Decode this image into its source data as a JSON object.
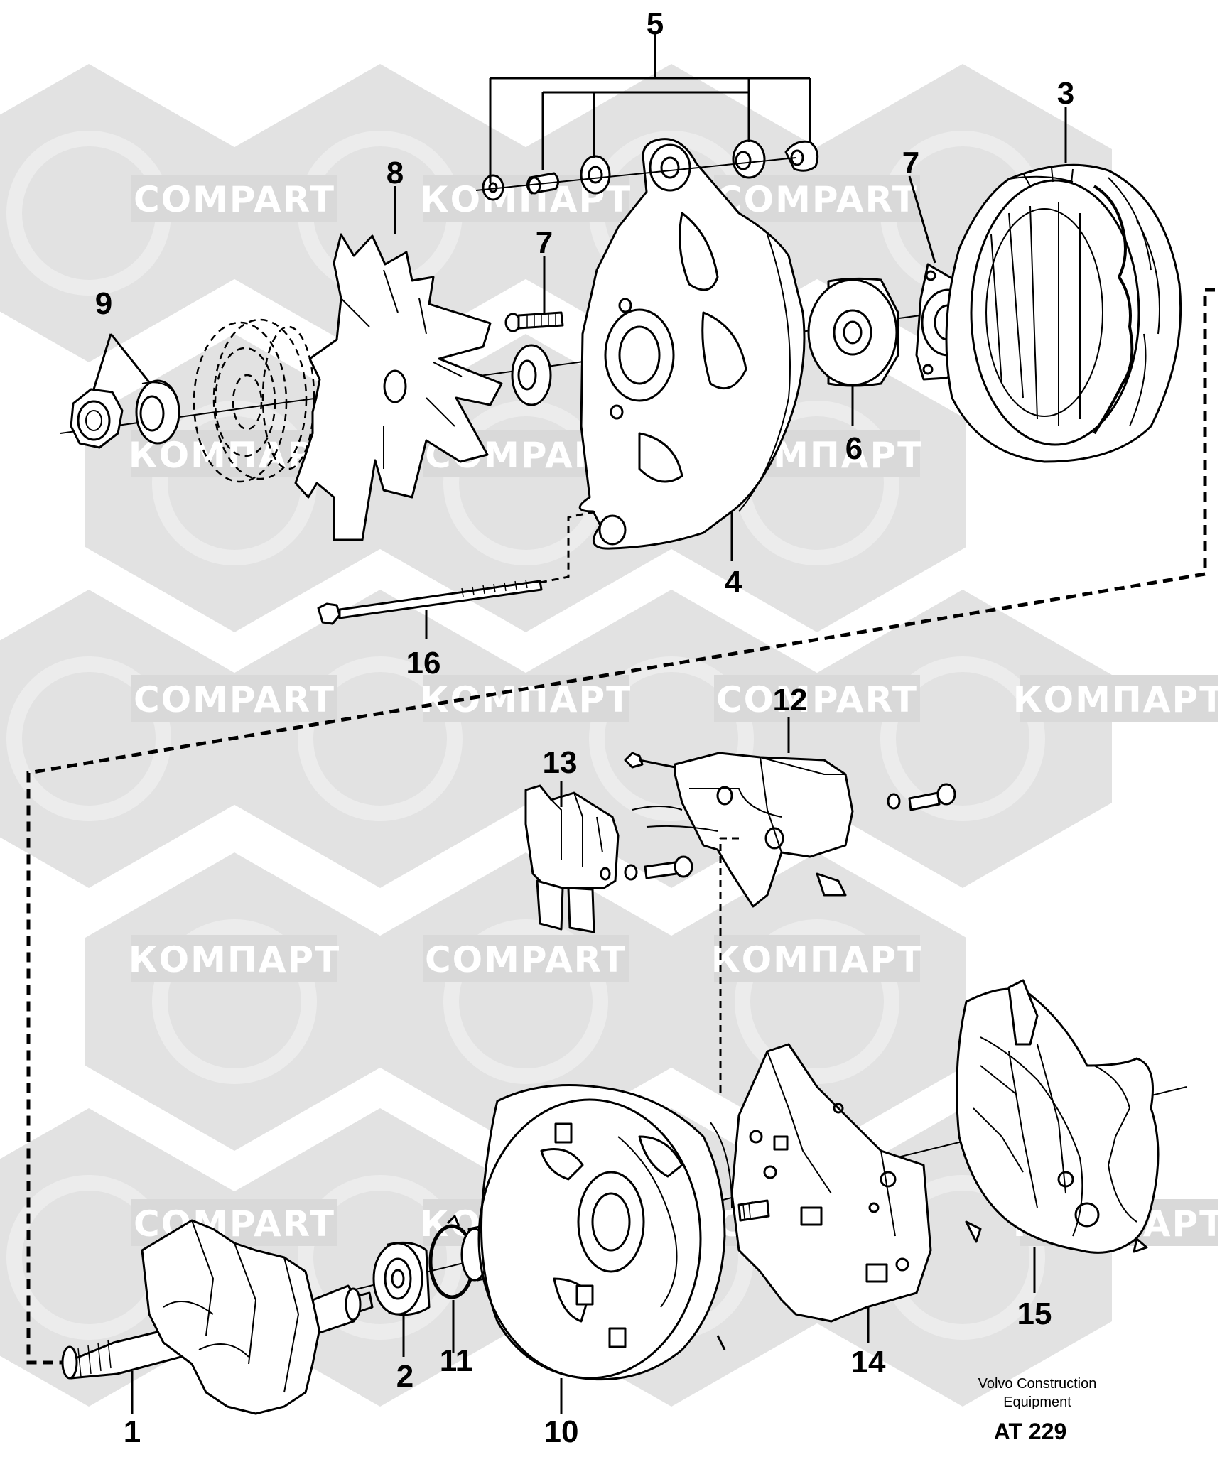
{
  "watermarks": [
    "COMPART",
    "КОМПАРТ"
  ],
  "part_labels": {
    "p1": "1",
    "p2": "2",
    "p3": "3",
    "p4": "4",
    "p5": "5",
    "p6": "6",
    "p7a": "7",
    "p7b": "7",
    "p8": "8",
    "p9": "9",
    "p10": "10",
    "p11": "11",
    "p12": "12",
    "p13": "13",
    "p14": "14",
    "p15": "15",
    "p16": "16"
  },
  "footer": {
    "line1": "Volvo Construction",
    "line2": "Equipment",
    "code": "AT 229"
  }
}
